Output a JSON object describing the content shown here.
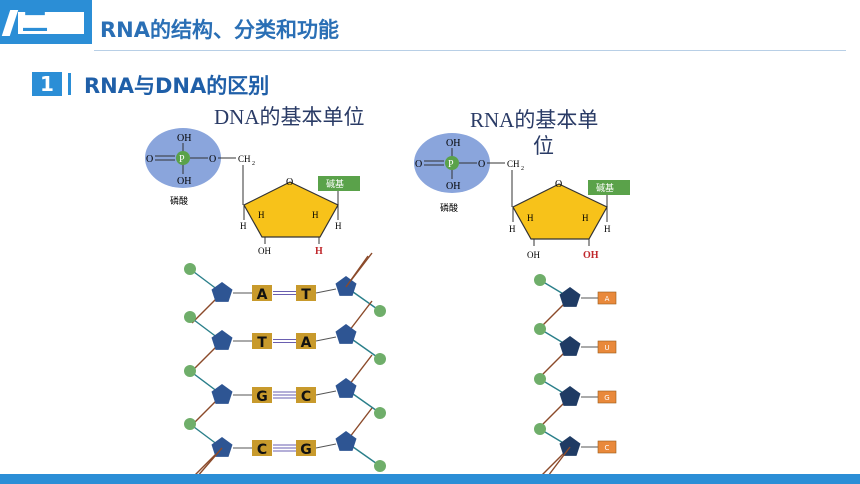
{
  "header": {
    "badge": "二",
    "title": "RNA的结构、分类和功能"
  },
  "section": {
    "number": "1",
    "title": "RNA与DNA的区别"
  },
  "dna_unit": {
    "caption": "DNA的基本单位",
    "phosphate_p": "P",
    "o_top": "OH",
    "o_bottom": "OH",
    "o_left": "O",
    "o_right": "O",
    "ch2": "CH",
    "ch2_sub": "2",
    "ring_o": "O",
    "base_label": "碱基",
    "phosphate_label": "磷酸",
    "h_left": "H",
    "h_left2": "H",
    "h_right": "H",
    "h_right2": "H",
    "oh_bottom": "OH",
    "h_bottom": "H"
  },
  "rna_unit": {
    "caption_line1": "RNA的基本单",
    "caption_line2": "位",
    "phosphate_p": "P",
    "o_top": "OH",
    "o_bottom": "OH",
    "o_left": "O",
    "o_right": "O",
    "ch2": "CH",
    "ch2_sub": "2",
    "ring_o": "O",
    "base_label": "碱基",
    "phosphate_label": "磷酸",
    "h_left": "H",
    "h_left2": "H",
    "h_right": "H",
    "h_right2": "H",
    "oh_bottom": "OH",
    "oh_bottom2": "OH"
  },
  "dna_pairs": [
    {
      "left": "A",
      "right": "T"
    },
    {
      "left": "T",
      "right": "A"
    },
    {
      "left": "G",
      "right": "C"
    },
    {
      "left": "C",
      "right": "G"
    }
  ],
  "rna_bases": [
    "A",
    "U",
    "G",
    "C"
  ],
  "colors": {
    "accent": "#2b8ed6",
    "phosphate_ellipse": "#8aa5dc",
    "sugar": "#f7c21a",
    "base_box": "#5aa24a",
    "nucleotide_pentagon": "#2e5593",
    "rna_pentagon": "#1f3b64",
    "green_ball": "#6fae6a",
    "base_tile": "#c89a2c",
    "rna_base_tile": "#e9893b",
    "oh_red": "#c0282c"
  }
}
